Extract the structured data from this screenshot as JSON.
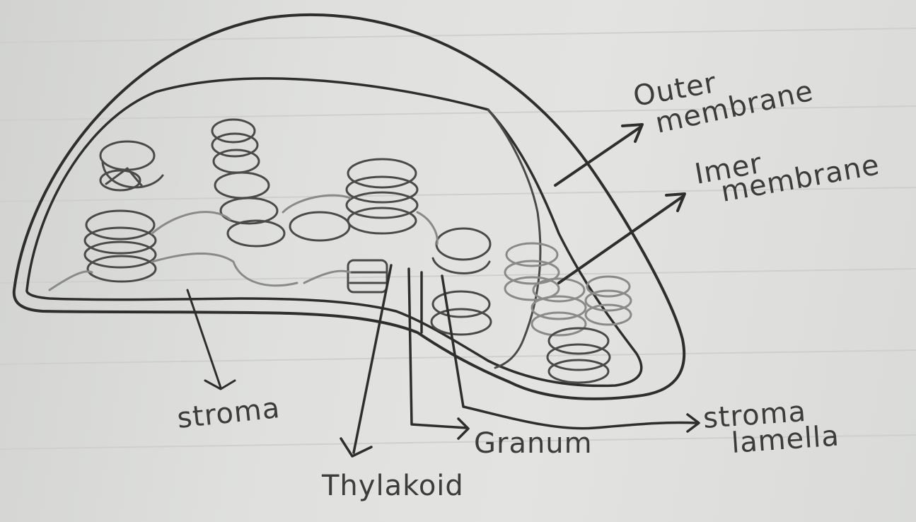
{
  "diagram": {
    "labels": {
      "outer_membrane_line1": "Outer",
      "outer_membrane_line2": "membrane",
      "inner_membrane_line1": "Imer",
      "inner_membrane_line2": "membrane",
      "stroma": "stroma",
      "thylakoid": "Thylakoid",
      "granum": "Granum",
      "stroma_lamella_line1": "stroma",
      "stroma_lamella_line2": "lamella"
    }
  }
}
